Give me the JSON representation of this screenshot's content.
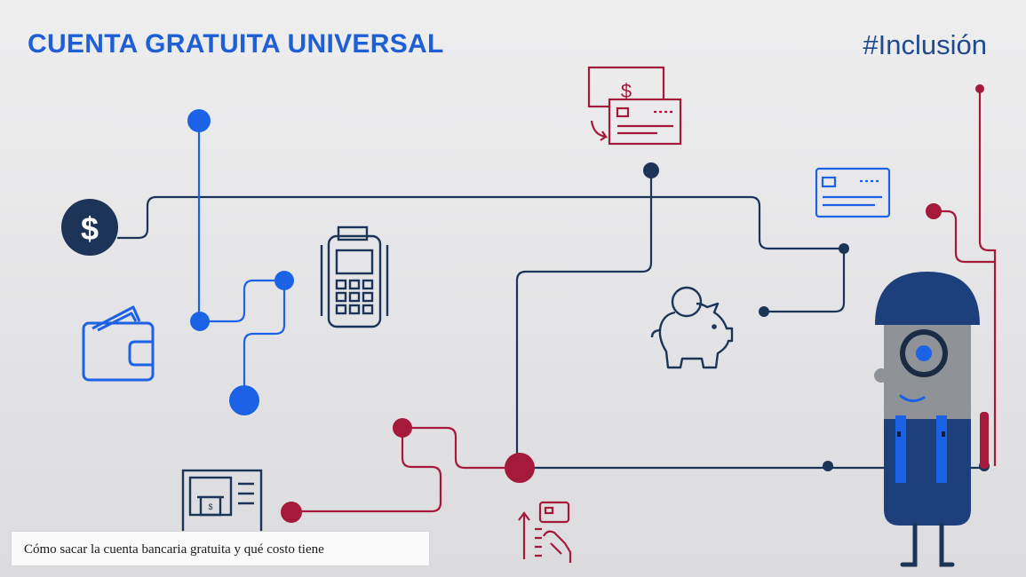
{
  "header": {
    "title": "CUENTA GRATUITA UNIVERSAL",
    "hashtag": "#Inclusión"
  },
  "caption": {
    "text": "Cómo sacar la cuenta bancaria gratuita y qué costo tiene"
  },
  "illustration": {
    "icons": [
      "dollar-coin-icon",
      "wallet-icon",
      "pos-terminal-icon",
      "atm-icon",
      "cash-and-card-icon",
      "credit-card-icon",
      "piggy-bank-icon",
      "card-tap-payment-icon",
      "robot-character"
    ],
    "icon_labels": {
      "dollar": "$",
      "cash": "$"
    },
    "colors": {
      "blue": "#1c62e6",
      "navy": "#1c3458",
      "crimson": "#a5193a",
      "robot_gray": "#8f9398",
      "robot_blue": "#1d3f7c"
    }
  }
}
